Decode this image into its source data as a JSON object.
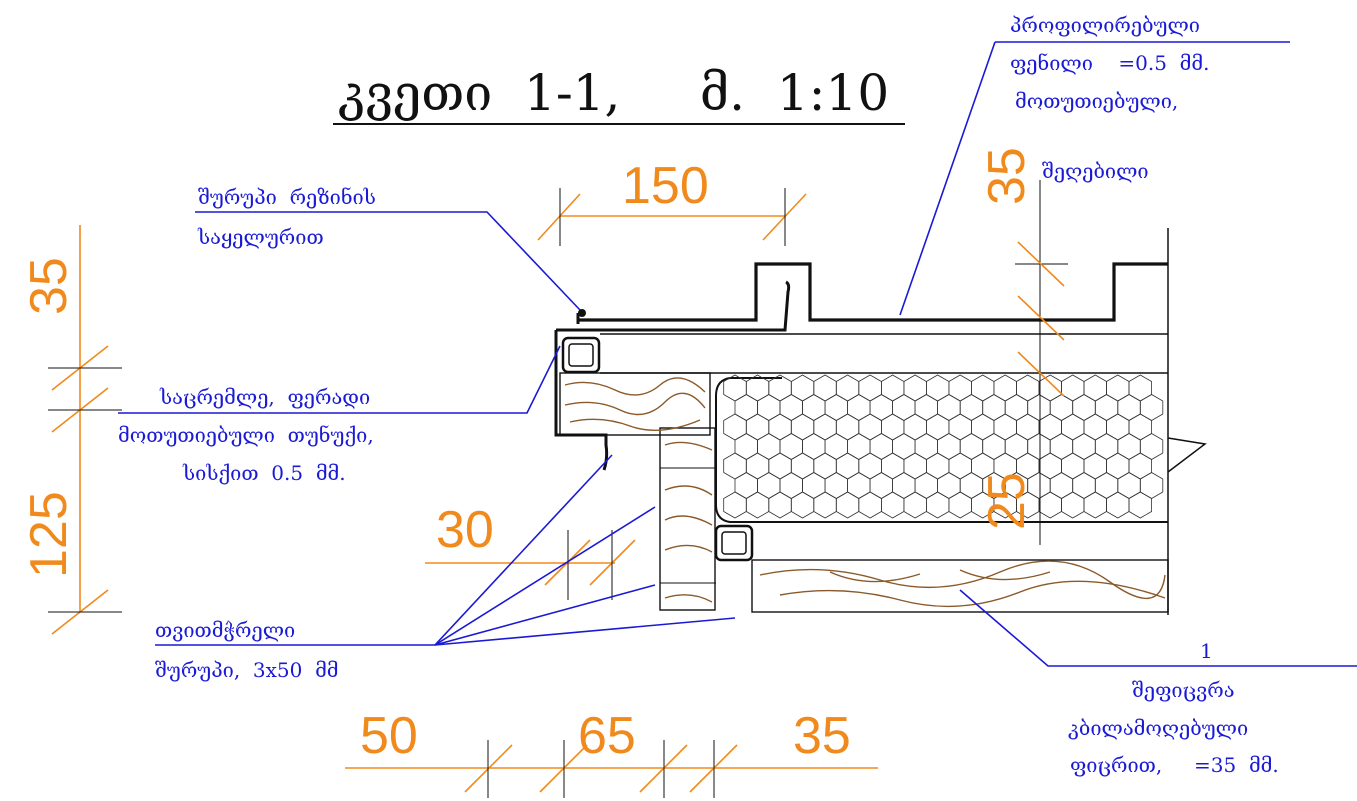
{
  "title": "კვეთი  1-1,     მ.  1:10",
  "notes": {
    "profiled_sheet": [
      "პროფილირებული",
      "ფენილი    =0.5  მმ.",
      "მოთუთიებული,",
      "შეღებილი"
    ],
    "rubber_nail": [
      "შურუპი  რეზინის",
      "საყელურით"
    ],
    "flashing": [
      "საცრემლე,  ფერადი",
      "მოთუთიებული  თუნუქი,",
      "სისქით  0.5  მმ."
    ],
    "self_tapping": [
      "თვითმჭრელი",
      "შურუპი,  3x50  მმ"
    ],
    "layer": [
      "1",
      "შეფიცვრა",
      "კბილამოღებული",
      "ფიცრით,     =35  მმ."
    ]
  },
  "dimensions": {
    "d150": "150",
    "d35_left": "35",
    "d125": "125",
    "d30": "30",
    "d50": "50",
    "d65": "65",
    "d35_bottom": "35",
    "d35_right": "35",
    "d25": "25"
  },
  "colors": {
    "line": "#111111",
    "annotation": "#1a1ad6",
    "dimension": "#f08a1c",
    "wood": "#8b5a2b"
  }
}
